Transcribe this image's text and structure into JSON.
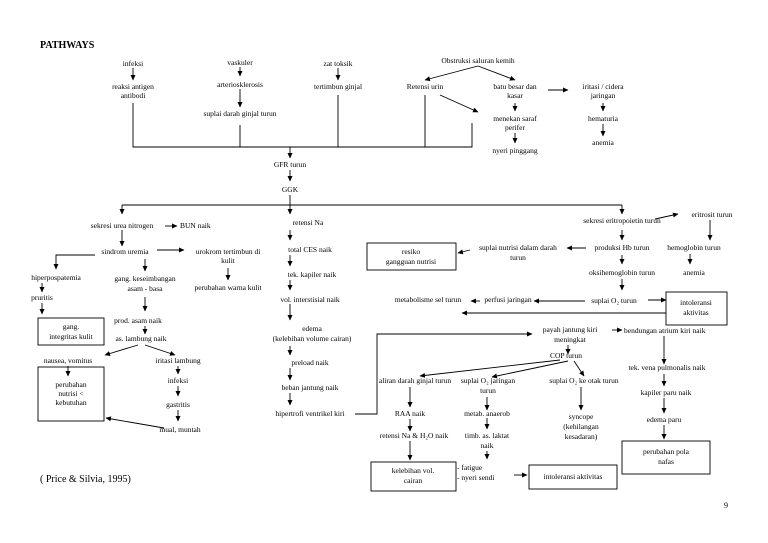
{
  "title": "PATHWAYS",
  "citation": "( Price & Silvia, 1995)",
  "page_number": "9",
  "nodes": {
    "infeksi": "infeksi",
    "reaksi1": "reaksi antigen",
    "reaksi2": "antibodi",
    "vaskuler": "vaskuler",
    "arterio": "arteriosklerosis",
    "suplai_ginjal": "suplai darah ginjal turun",
    "zat_toksik": "zat toksik",
    "tertimbun_ginjal": "tertimbun ginjal",
    "obstruksi": "Obstruksi saluran kemih",
    "retensi_urin": "Retensi urin",
    "batu1": "batu besar dan",
    "batu2": "kasar",
    "menekan1": "menekan saraf",
    "menekan2": "perifer",
    "nyeri_pinggang": "nyeri pinggang",
    "iritasi_cidera1": "iritasi / cidera",
    "iritasi_cidera2": "jaringan",
    "hematuria": "hematuria",
    "anemia_top": "anemia",
    "gfr": "GFR turun",
    "ggk": "GGK",
    "sekresi_urea": "sekresi urea nitrogen",
    "bun": "BUN naik",
    "sindrom": "sindrom uremia",
    "urokrom1": "urokrom tertimbun di",
    "urokrom2": "kulit",
    "hiperpos": "hiperpospatemia",
    "gang_keseimbangan1": "gang. keseimbangan",
    "gang_keseimbangan2": "asam - basa",
    "perubahan_kulit": "perubahan warna kulit",
    "pruritis": "pruritis",
    "gang_integritas1": "gang.",
    "gang_integritas2": "integritas kulit",
    "prod_asam": "prod. asam naik",
    "as_lambung": "as. lambung naik",
    "nausea": "nausea, vomitus",
    "iritasi_lambung": "iritasi lambung",
    "infeksi2": "infeksi",
    "gastritis": "gastritis",
    "mual": "mual, muntah",
    "perubahan_nutrisi1": "perubahan",
    "perubahan_nutrisi2": "nutrisi <",
    "perubahan_nutrisi3": "kebutuhan",
    "retensi_na": "retensi Na",
    "total_ces": "total CES naik",
    "tek_kapiler": "tek. kapiler naik",
    "vol_interstisial": "vol. interstisial naik",
    "edema": "edema",
    "kelebihan_paren": "(kelebihan volume cairan)",
    "preload": "preload naik",
    "beban_jantung": "beban jantung naik",
    "hipertrofi": "hipertrofi ventrikel kiri",
    "sekresi_eritro": "sekresi eritropoietin turun",
    "eritrosit": "eritrosit turun",
    "resiko1": "resiko",
    "resiko2": "gangguan nutrisi",
    "suplai_nutrisi1": "suplai nutrisi dalam darah",
    "suplai_nutrisi2": "turun",
    "produksi_hb": "produksi Hb turun",
    "hemoglobin": "hemoglobin turun",
    "anemia_right": "anemia",
    "oksihem": "oksihemoglobin turun",
    "metabolisme": "metabolisme sel turun",
    "perfusi": "perfusi jaringan",
    "suplai_o2": "suplai O₂ turun",
    "intoleransi1_1": "intoleransi",
    "intoleransi1_2": "aktivitas",
    "payah1": "payah jantung kiri",
    "payah2": "meningkat",
    "bendungan": "bendungan atrium kiri naik",
    "cop": "COP turun",
    "aliran": "aliran darah ginjal turun",
    "suplai_o2_jar1": "suplai O₂ jaringan",
    "suplai_o2_jar2": "turun",
    "suplai_o2_otak": "suplai O₂ ke otak turun",
    "tek_vena": "tek. vena pulmonalis naik",
    "kapiler_paru": "kapiler paru naik",
    "edema_paru": "edema paru",
    "perubahan_pola1": "perubahan pola",
    "perubahan_pola2": "nafas",
    "raa": "RAA naik",
    "metab": "metab. anaerob",
    "syncope1": "syncope",
    "syncope2": "(kehilangan",
    "syncope3": "kesadaran)",
    "retensi_h2o": "retensi Na & H₂O naik",
    "timb1": "timb. as. laktat",
    "timb2": "naik",
    "kelebihan_vol1": "kelebihan vol.",
    "kelebihan_vol2": "cairan",
    "fatigue": "- fatigue",
    "nyeri_sendi": "- nyeri sendi",
    "intoleransi2": "intoleransi aktivitas"
  }
}
